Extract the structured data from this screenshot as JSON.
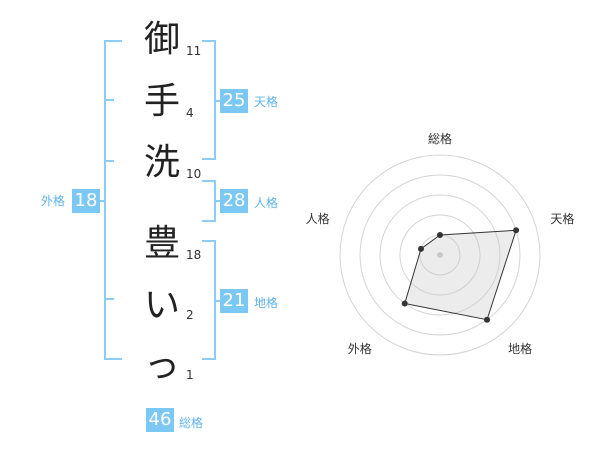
{
  "name_chars": [
    {
      "char": "御",
      "strokes": "11"
    },
    {
      "char": "手",
      "strokes": "4"
    },
    {
      "char": "洗",
      "strokes": "10"
    },
    {
      "char": "豊",
      "strokes": "18"
    },
    {
      "char": "い",
      "strokes": "2"
    },
    {
      "char": "っ",
      "strokes": "1"
    }
  ],
  "kaku": {
    "tenkaku": {
      "label": "天格",
      "value": "25"
    },
    "jinkaku": {
      "label": "人格",
      "value": "28"
    },
    "chikaku": {
      "label": "地格",
      "value": "21"
    },
    "gaikaku": {
      "label": "外格",
      "value": "18"
    },
    "soukaku": {
      "label": "総格",
      "value": "46"
    }
  },
  "colors": {
    "accent": "#7cc8f4",
    "bracket": "#8ccdf6"
  },
  "chart_data": {
    "type": "radar",
    "axes": [
      "総格",
      "天格",
      "地格",
      "外格",
      "人格"
    ],
    "values": [
      1,
      4,
      4,
      3,
      1
    ],
    "max": 5
  }
}
